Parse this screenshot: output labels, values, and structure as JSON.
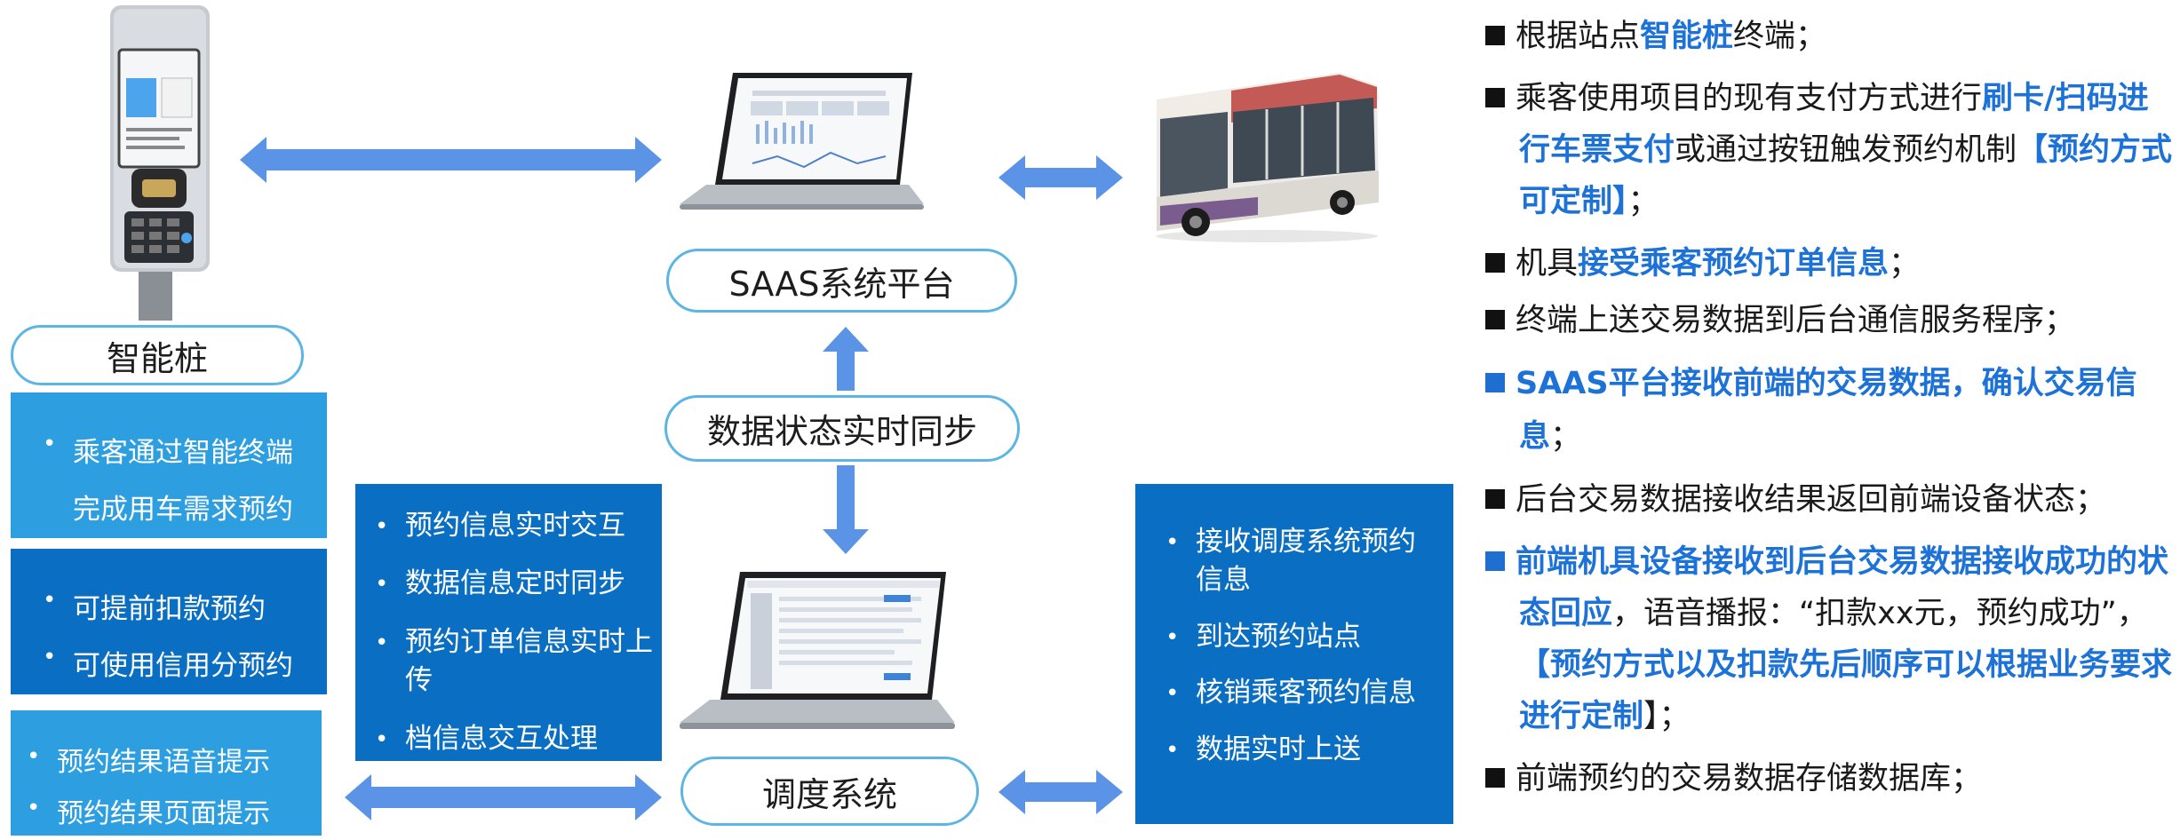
{
  "colors": {
    "arrow": "#5b93e6",
    "pill_border": "#5db5e3",
    "box_light": "#2d9ee0",
    "box_dark": "#0a6fc2",
    "highlight": "#1d72d8"
  },
  "icons": {
    "kiosk": "smart-kiosk-icon",
    "laptop_top": "laptop-icon",
    "laptop_bottom": "laptop-icon",
    "bus": "bus-icon"
  },
  "labels": {
    "kiosk": "智能桩",
    "saas": "SAAS系统平台",
    "sync": "数据状态实时同步",
    "dispatch": "调度系统"
  },
  "boxes": {
    "kiosk_1": [
      "乘客通过智能终端",
      "完成用车需求预约"
    ],
    "kiosk_2": [
      "可提前扣款预约",
      "可使用信用分预约"
    ],
    "kiosk_3": [
      "预约结果语音提示",
      "预约结果页面提示"
    ],
    "dispatch": [
      "预约信息实时交互",
      "数据信息定时同步",
      "预约订单信息实时上传",
      "档信息交互处理"
    ],
    "bus": [
      "接收调度系统预约信息",
      "到达预约站点",
      "核销乘客预约信息",
      "数据实时上送"
    ]
  },
  "right_panel": [
    {
      "segments": [
        {
          "t": "根据站点"
        },
        {
          "t": "智能桩",
          "hl": true
        },
        {
          "t": "终端；"
        }
      ]
    },
    {
      "segments": [
        {
          "t": "乘客使用项目的现有支付方式进行"
        },
        {
          "t": "刷卡/扫码进行车票支付",
          "hl": true
        },
        {
          "t": "或通过按钮触发预约机制"
        },
        {
          "t": "【预约方式可定制】",
          "hl": true
        },
        {
          "t": "；"
        }
      ]
    },
    {
      "segments": [
        {
          "t": "机具"
        },
        {
          "t": "接受乘客预约订单信息",
          "hl": true
        },
        {
          "t": "；"
        }
      ]
    },
    {
      "segments": [
        {
          "t": "终端上送交易数据到后台通信服务程序；"
        }
      ]
    },
    {
      "blue_bullet": true,
      "segments": [
        {
          "t": "SAAS平台接收前端的交易数据，确认交易信息",
          "hl": true
        },
        {
          "t": "；"
        }
      ]
    },
    {
      "segments": [
        {
          "t": "后台交易数据接收结果返回前端设备状态；"
        }
      ]
    },
    {
      "blue_bullet": true,
      "segments": [
        {
          "t": "前端机具设备接收到后台交易数据接收成功的状态回应",
          "hl": true
        },
        {
          "t": "，语音播报：“扣款xx元，预约成功”，"
        },
        {
          "t": "【预约方式以及扣款先后顺序可以根据业务要求进行定制",
          "hl": true
        },
        {
          "t": "】；"
        }
      ]
    },
    {
      "segments": [
        {
          "t": "前端预约的交易数据存储数据库；"
        }
      ]
    }
  ]
}
